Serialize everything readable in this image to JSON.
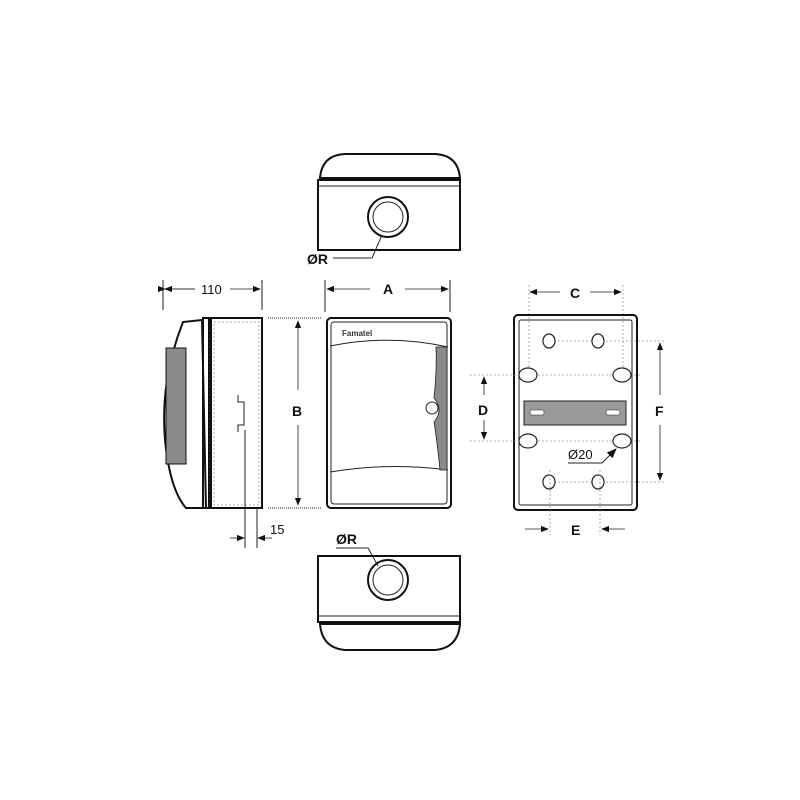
{
  "brand": "Famatel",
  "dimensions": {
    "depth": "110",
    "rail_offset": "15",
    "width": "A",
    "height": "B",
    "C": "C",
    "D": "D",
    "E": "E",
    "F": "F",
    "hole_diameter": "Ø20",
    "entry_top": "ØR",
    "entry_bottom": "ØR"
  },
  "colors": {
    "line": "#111111",
    "window": "#8a8a8a",
    "rail": "#9a9a9a"
  }
}
